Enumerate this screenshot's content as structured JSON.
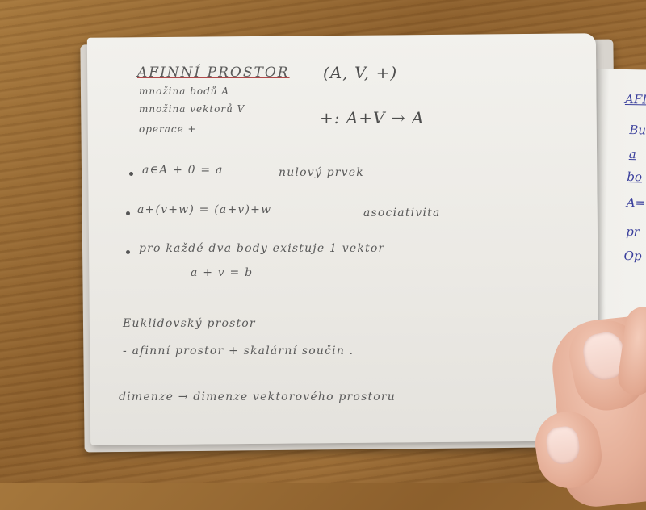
{
  "notebook": {
    "title": "AFINNÍ PROSTOR",
    "tuple": "(A, V, +)",
    "line_points": "množina bodů A",
    "line_vectors": "množina vektorů V",
    "line_operation": "operace +",
    "mapping": "+: A+V → A",
    "axiom1": "a∈A + 0 = a",
    "axiom1_note": "nulový prvek",
    "axiom2": "a+(v+w) = (a+v)+w",
    "axiom2_note": "asociativita",
    "axiom3": "pro každé dva body existuje 1 vektor",
    "axiom3_formula": "a + v = b",
    "section2_title": "Euklidovský prostor",
    "section2_line": "- afinní prostor + skalární součin .",
    "dimension_line": "dimenze → dimenze vektorového prostoru"
  },
  "right_page": {
    "title": "AFIN",
    "line1": "Bu",
    "line2": "a",
    "line3": "bo",
    "line4": "A=",
    "line5": "pr",
    "line6": "Op"
  }
}
